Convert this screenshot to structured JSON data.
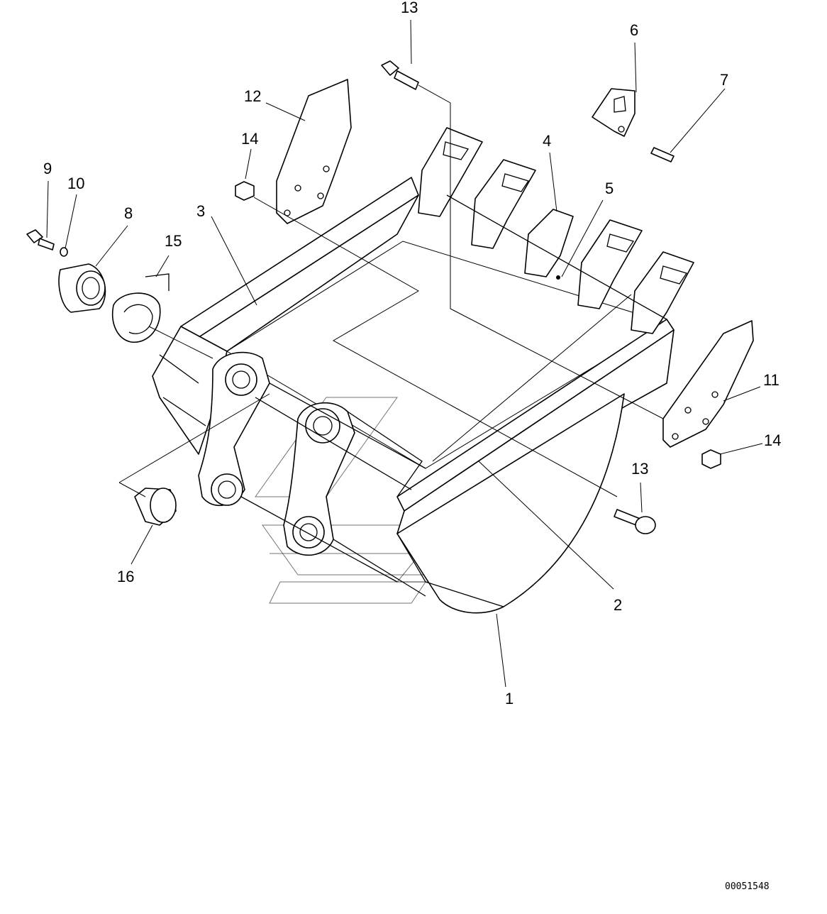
{
  "callouts": {
    "c1": "1",
    "c2": "2",
    "c3": "3",
    "c4": "4",
    "c5": "5",
    "c6": "6",
    "c7": "7",
    "c8": "8",
    "c9": "9",
    "c10": "10",
    "c11": "11",
    "c12": "12",
    "c13a": "13",
    "c13b": "13",
    "c14a": "14",
    "c14b": "14",
    "c15": "15",
    "c16": "16"
  },
  "document_id": "00051548"
}
